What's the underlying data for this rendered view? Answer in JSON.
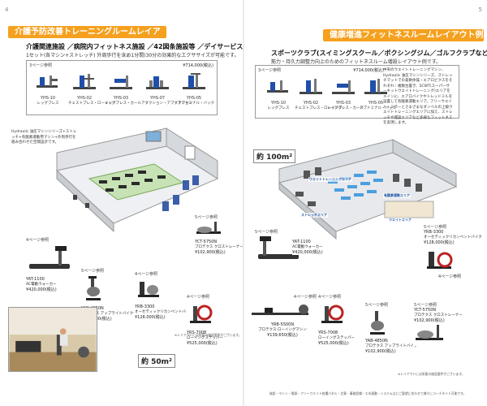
{
  "left": {
    "page_number": "4",
    "banner": "介護予防改善トレーニングルームレイアウト例",
    "subhead": "介護関連施設 ／病院内フィットネス施設 ／42図条施設等 ／デイサービス等",
    "subline": "1セット(各マシン+ストレッチ) 外周歩行を含め1分間)30分の効果的なエクササイズが可能です。",
    "catalog": {
      "ref": "3ページ参照",
      "price": "¥714,000(税込)",
      "machines": [
        {
          "code": "YHS-10",
          "name": "レッグプレス"
        },
        {
          "code": "YHS-02",
          "name": "チェストプレス・ローイング"
        },
        {
          "code": "YHS-03",
          "name": "レッグプレス・カール"
        },
        {
          "code": "YHS-07",
          "name": "アダクション・アブダクション"
        },
        {
          "code": "YHS-05",
          "name": "アブドミナル・バック"
        }
      ]
    },
    "note": "Hydraulic 油圧マシンシリーズ+ストレッチ+有酸素運動用マシン+外周歩行を組み合わせた空間設計です。",
    "area_label": "約 50m²",
    "products": [
      {
        "ref": "4ページ参照",
        "code": "YAT-1100",
        "name": "AC電動ウォーカー",
        "price": "¥420,000(税込)"
      },
      {
        "ref": "5ページ参照",
        "code": "YAB-4850N",
        "name": "プロテクス アップライトバイク",
        "price": "¥102,900(税込)"
      },
      {
        "ref": "4ページ参照",
        "code": "YRB-3300",
        "name": "オーセティックリカンベントバイク",
        "price": "¥128,000(税込)"
      },
      {
        "ref": "4ページ参照",
        "code": "YRS-7008",
        "name": "ローイングステッパー",
        "price": "¥525,000(税込)"
      },
      {
        "ref": "5ページ参照",
        "code": "YCT-5750N",
        "name": "プロテクス クロストレーナー",
        "price": "¥102,900(税込)"
      }
    ],
    "footnote": "※レイアウトには所要の施設要件がございます。"
  },
  "right": {
    "page_number": "5",
    "banner": "健康増進フィットネスルームレイアウト例",
    "subhead": "スポーツクラブ(スイミングスクール／ボクシングジム／ゴルフクラブなど)",
    "subline": "筋力・持久力調整力向上のためのフィットネスルーム増設レイアウト例です。",
    "catalog": {
      "ref": "3ページ参照",
      "price": "¥714,000(税込)",
      "machines": [
        {
          "code": "YHS-10",
          "name": "レッグプレス"
        },
        {
          "code": "YHS-02",
          "name": "チェストプレス・ローイング"
        },
        {
          "code": "YHS-03",
          "name": "レッグプレス・カール"
        },
        {
          "code": "YHS-05",
          "name": "アブドミナル・バック"
        }
      ]
    },
    "side_note": "中央のウエイトトレーニングマシン、Hydraulic 油圧マシンシリーズ、ストレッチマットでの柔軟体操・エアロビクスをそれぞれ｜複数台置き、SCWT(スーパーサーキットウエイトトレーニング)エリアをメインに、エアロバイクやトレッドミルを設置して有酸素運動エリア。フリーウエイト・ミラーとさまざまなダンベルの上級ウエイトトレーニングエリアに加え、ストレッチや雑談エリアなど多様なフィットネスを実現します。",
    "area_label": "約 100m²",
    "floor_labels": [
      "ウエイトトレーニングエリア",
      "有酸素運動エリア",
      "ストレッチエリア",
      "ウエイトエリア"
    ],
    "products": [
      {
        "ref": "5ページ参照",
        "code": "YRB-3300",
        "name": "オーセティックリカンベントバイク",
        "price": "¥128,000(税込)"
      },
      {
        "ref": "5ページ参照",
        "code": "YAT-1100",
        "name": "AC電動ウォーカー",
        "price": "¥420,000(税込)"
      },
      {
        "ref": "4ページ参照",
        "code": "YRB-5500N",
        "name": "プロテクス ローイングマシン",
        "price": "¥139,650(税込)"
      },
      {
        "ref": "4ページ参照",
        "code": "YRS-7008",
        "name": "ローイングステッパー",
        "price": "¥525,000(税込)"
      },
      {
        "ref": "5ページ参照",
        "code": "YAB-4850N",
        "name": "プロテクス アップライトバイク",
        "price": "¥102,900(税込)"
      },
      {
        "ref": "5ページ参照",
        "code": "YCT-5750N",
        "name": "プロテクス クロストレーナー",
        "price": "¥102,900(税込)"
      }
    ],
    "extra_ref": "4ページ参照",
    "footnote_small": "※レイアウトには所要の施設要件がございます。",
    "footnote": "施設・マシン・電源・フリーウエイト各種パネル・文案・事務設備・エ木連動・システムなどご要望に合わせて様々にコーデネイト可能です。"
  }
}
